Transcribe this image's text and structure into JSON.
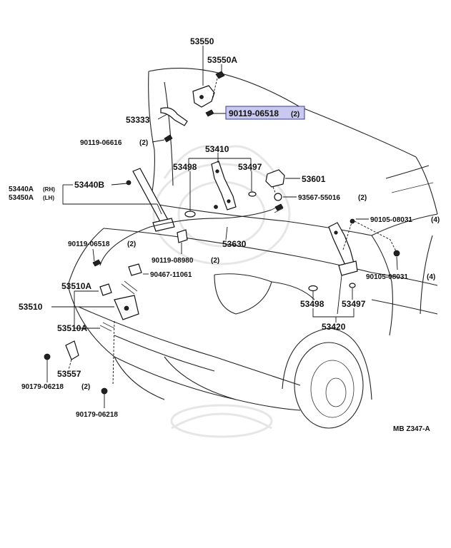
{
  "labels": {
    "p53550": "53550",
    "p53550a": "53550A",
    "p53333": "53333",
    "p90119_06518_top": "90119-06518",
    "p90119_06518_top_qty": "(2)",
    "p90119_06616": "90119-06616",
    "p90119_06616_qty": "(2)",
    "p53410": "53410",
    "p53498_top": "53498",
    "p53497_top": "53497",
    "p53601": "53601",
    "p93567": "93567-55016",
    "p93567_qty": "(2)",
    "p53440a": "53440A",
    "p53440a_side": "(RH)",
    "p53450a": "53450A",
    "p53450a_side": "(LH)",
    "p53440b": "53440B",
    "p90105_08031_a": "90105-08031",
    "p90105_08031_a_qty": "(4)",
    "p90119_06518_left": "90119-06518",
    "p90119_06518_left_qty": "(2)",
    "p53630": "53630",
    "p90119_08980": "90119-08980",
    "p90119_08980_qty": "(2)",
    "p90105_08031_b": "90105-08031",
    "p90105_08031_b_qty": "(4)",
    "p90467": "90467-11061",
    "p53510a_top": "53510A",
    "p53510": "53510",
    "p53498_bottom": "53498",
    "p53497_bottom": "53497",
    "p53420": "53420",
    "p53510a_bottom": "53510A",
    "p53557": "53557",
    "p90179_06218_qty_line": "90179-06218",
    "p90179_06218_qty": "(2)",
    "p90179_06218": "90179-06218",
    "diagram_code": "MB  Z347-A"
  },
  "highlight": {
    "part": "90119-06518",
    "color": "#c9c9f0",
    "border": "#3a3a8a"
  }
}
